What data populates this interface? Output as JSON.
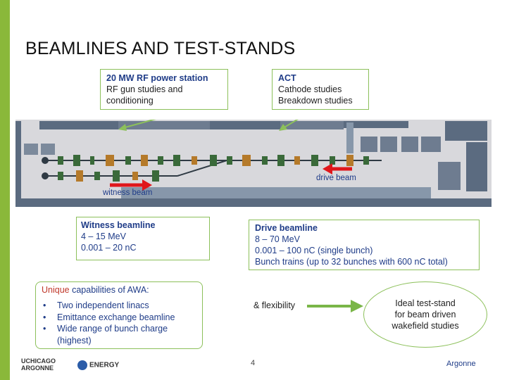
{
  "slide": {
    "title": "BEAMLINES  AND  TEST-STANDS",
    "accent_color": "#8ab83a",
    "page_number": "4"
  },
  "rf_station": {
    "heading": "20 MW RF power station",
    "line1": "RF gun studies and",
    "line2": "conditioning"
  },
  "act": {
    "heading": "ACT",
    "line1": "Cathode studies",
    "line2": "Breakdown studies"
  },
  "beam_labels": {
    "drive": "drive beam",
    "witness": "witness beam"
  },
  "witness_beamline": {
    "heading": "Witness beamline",
    "energy": "4 – 15 MeV",
    "charge": "0.001 – 20 nC"
  },
  "drive_beamline": {
    "heading": "Drive beamline",
    "energy": "8 – 70 MeV",
    "charge": "0.001 – 100 nC (single bunch)",
    "trains": "Bunch trains (up to 32 bunches with 600 nC total)"
  },
  "capabilities": {
    "heading_word": "Unique",
    "heading_rest": " capabilities of AWA:",
    "items": [
      "Two independent linacs",
      "Emittance exchange beamline",
      "Wide range of bunch charge",
      "(highest)"
    ]
  },
  "flexibility": "& flexibility",
  "ideal": {
    "line1": "Ideal test-stand",
    "line2": "for beam driven",
    "line3": "wakefield studies"
  },
  "footer": {
    "uchicago": "UCHICAGO",
    "argonne_llc": "ARGONNE",
    "energy": "ENERGY",
    "argonne_logo": "Argonne"
  }
}
